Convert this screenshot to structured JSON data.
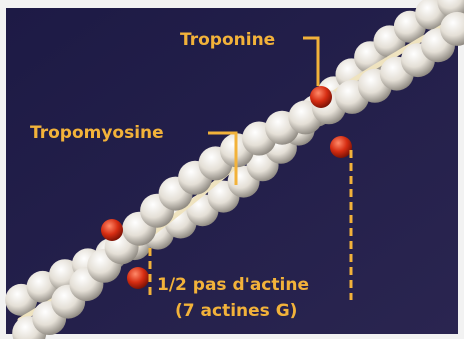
{
  "diagram": {
    "labels": {
      "troponin": "Troponine",
      "tropomyosin": "Tropomyosine",
      "half_pitch_line1": "1/2 pas d'actine",
      "half_pitch_line2": "(7 actines G)"
    },
    "colors": {
      "background": "#221e4a",
      "actin_bead": "#e9e4dc",
      "actin_shadow": "#9a958c",
      "tropomyosin_strand": "#efe3bf",
      "troponin": "#d62d12",
      "annotation": "#f2b23a",
      "border": "#f2f2f2"
    }
  }
}
